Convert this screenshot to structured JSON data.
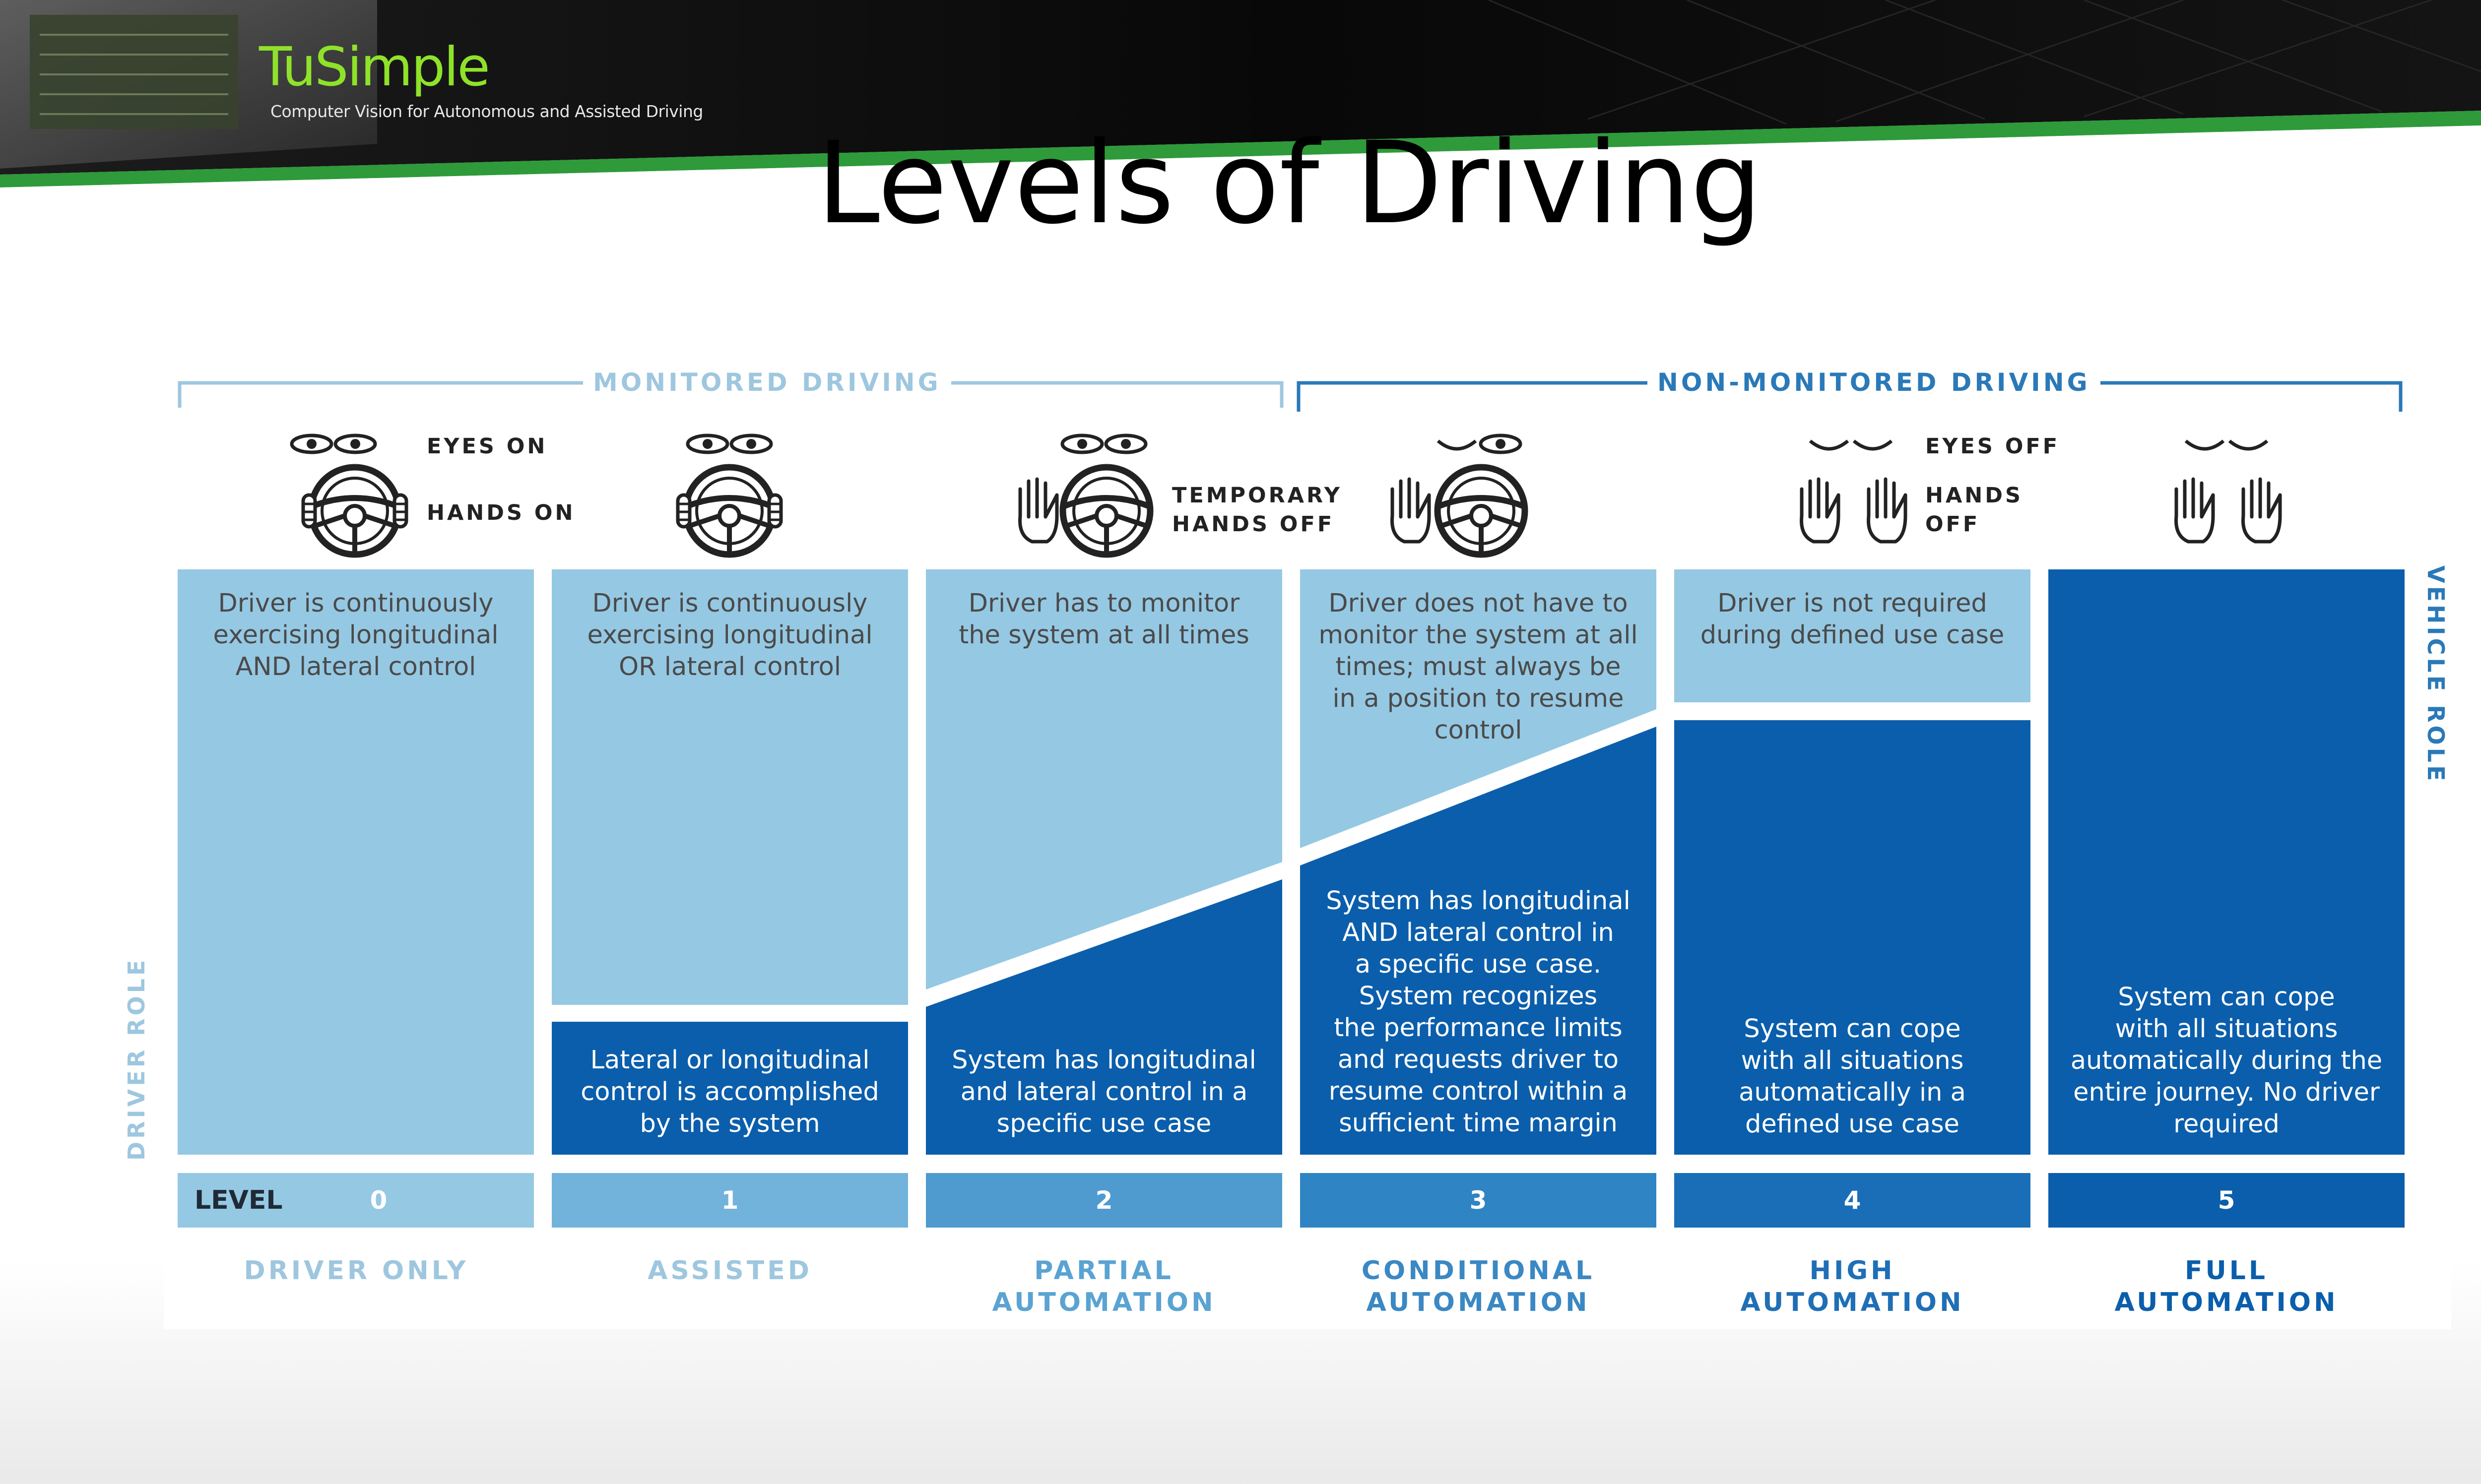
{
  "header": {
    "logo_title": "TuSimple",
    "logo_subtitle": "Computer Vision for Autonomous and Assisted Driving"
  },
  "slide": {
    "title": "Levels of Driving"
  },
  "groups": {
    "monitored": "MONITORED DRIVING",
    "non_monitored": "NON-MONITORED DRIVING"
  },
  "indicators": {
    "eyes_on": "EYES ON",
    "hands_on": "HANDS ON",
    "temporary_hands_off": [
      "TEMPORARY",
      "HANDS OFF"
    ],
    "eyes_off": "EYES OFF",
    "hands_off": [
      "HANDS",
      "OFF"
    ],
    "icons": [
      "eyes-open-icon",
      "eyes-closed-icon",
      "steering-wheel-icon",
      "raised-hands-icon"
    ]
  },
  "axis": {
    "driver_role": "DRIVER ROLE",
    "vehicle_role": "VEHICLE ROLE",
    "level_label": "LEVEL"
  },
  "levels": [
    {
      "number": "0",
      "name": [
        "DRIVER ONLY"
      ],
      "driver_role": [
        "Driver is continuously",
        "exercising longitudinal",
        "AND lateral control"
      ],
      "vehicle_role": []
    },
    {
      "number": "1",
      "name": [
        "ASSISTED"
      ],
      "driver_role": [
        "Driver is continuously",
        "exercising longitudinal",
        "OR lateral control"
      ],
      "vehicle_role": [
        "Lateral or longitudinal",
        "control is accomplished",
        "by the system"
      ]
    },
    {
      "number": "2",
      "name": [
        "PARTIAL",
        "AUTOMATION"
      ],
      "driver_role": [
        "Driver has to monitor",
        "the system at all times"
      ],
      "vehicle_role": [
        "System has longitudinal",
        "and lateral control in a",
        "specific use case"
      ]
    },
    {
      "number": "3",
      "name": [
        "CONDITIONAL",
        "AUTOMATION"
      ],
      "driver_role": [
        "Driver does not have to",
        "monitor the system at all",
        "times; must always be",
        "in a position to resume",
        "control"
      ],
      "vehicle_role": [
        "System has longitudinal",
        "AND lateral control in",
        "a specific use case.",
        "System recognizes",
        "the performance limits",
        "and requests driver to",
        "resume control within a",
        "sufficient time margin"
      ]
    },
    {
      "number": "4",
      "name": [
        "HIGH",
        "AUTOMATION"
      ],
      "driver_role": [
        "Driver is not required",
        "during defined use case"
      ],
      "vehicle_role": [
        "System can cope",
        "with all situations",
        "automatically in a",
        "defined use case"
      ]
    },
    {
      "number": "5",
      "name": [
        "FULL",
        "AUTOMATION"
      ],
      "driver_role": [],
      "vehicle_role": [
        "System can cope",
        "with all situations",
        "automatically during the",
        "entire journey. No driver",
        "required"
      ]
    }
  ],
  "colors": {
    "light_blue": "#95c8e3",
    "dark_blue": "#0b5eab",
    "level_bar": [
      "#95c8e3",
      "#72b3db",
      "#4f9bd0",
      "#2f84c4",
      "#1a6eb8",
      "#0b5eab"
    ],
    "label_light": "#9ec7df",
    "label_dark": "#2a79b8",
    "brand_green": "#8fe22a"
  }
}
